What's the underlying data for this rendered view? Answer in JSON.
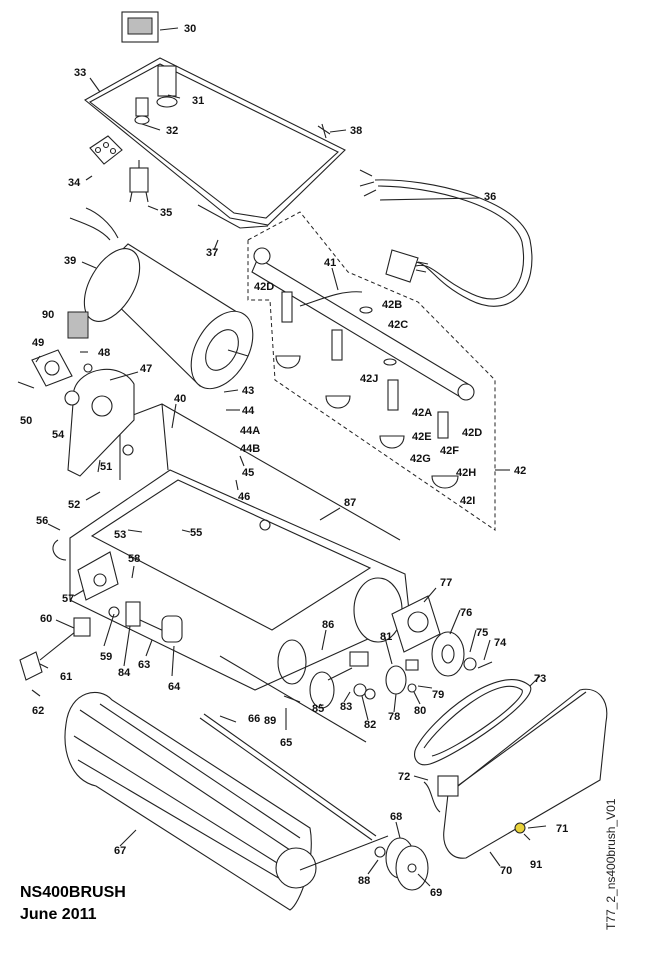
{
  "document": {
    "title": "NS400BRUSH",
    "date": "June 2011",
    "drawing_id": "T77_2_ns400brush_V01"
  },
  "part_labels": [
    "30",
    "31",
    "32",
    "33",
    "34",
    "35",
    "36",
    "37",
    "38",
    "39",
    "41",
    "42",
    "42A",
    "42B",
    "42C",
    "42D",
    "42D",
    "42E",
    "42F",
    "42G",
    "42H",
    "42I",
    "42J",
    "43",
    "44",
    "44A",
    "44B",
    "45",
    "46",
    "47",
    "48",
    "49",
    "50",
    "51",
    "52",
    "53",
    "54",
    "55",
    "56",
    "57",
    "58",
    "59",
    "60",
    "61",
    "62",
    "63",
    "64",
    "65",
    "66",
    "67",
    "68",
    "69",
    "70",
    "71",
    "72",
    "73",
    "74",
    "75",
    "76",
    "77",
    "78",
    "79",
    "80",
    "81",
    "82",
    "83",
    "84",
    "85",
    "86",
    "87",
    "88",
    "89",
    "90",
    "91",
    "40"
  ],
  "colors": {
    "line": "#222222",
    "highlight": "#e8d23a",
    "label_fill": "#bdbdbd"
  }
}
